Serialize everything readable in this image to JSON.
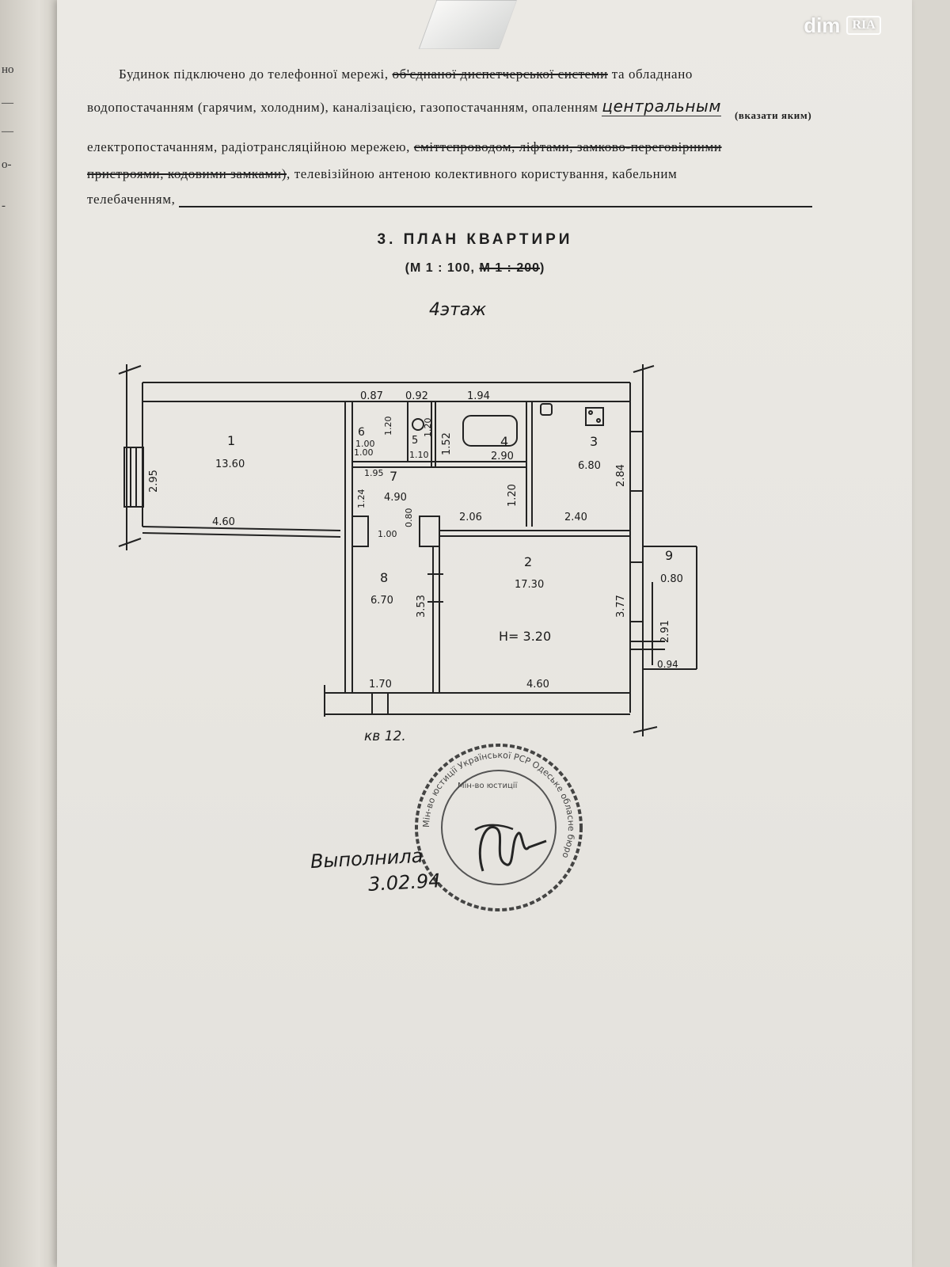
{
  "watermark": {
    "brand": "dim",
    "badge": "RIA"
  },
  "left_page": {
    "fragments": [
      "но",
      "—",
      "—",
      "о-",
      "-"
    ]
  },
  "paragraph": {
    "l1_a": "Будинок підключено до телефонної мережі, ",
    "l1_strike": "об'єднаної диспетчерської системи",
    "l1_b": " та обладнано",
    "l2_a": "водопостачанням (гарячим, холодним), каналізацією, газопостачанням, опаленням ",
    "l2_hand": "центральным",
    "l2_hint": "(вказати яким)",
    "l3_a": "електропостачанням, радіотрансляційною мережею, ",
    "l3_strike": "сміттєпроводом, ліфтами, замково-переговірними",
    "l4_strike": "пристроями, кодовими замками)",
    "l4_b": ", телевізійною антеною колективного користування, кабельним",
    "l5_a": "телебаченням, "
  },
  "section": {
    "title": "3. ПЛАН КВАРТИРИ",
    "scale_a": "(М 1 : 100, ",
    "scale_strike": "М 1 : 200",
    "scale_b": ")",
    "floor": "4этаж"
  },
  "plan": {
    "rooms": [
      {
        "num": "1",
        "area": "13.60"
      },
      {
        "num": "2",
        "area": "17.30"
      },
      {
        "num": "3",
        "area": "6.80"
      },
      {
        "num": "4",
        "area": "2.90"
      },
      {
        "num": "5",
        "area": "1.10"
      },
      {
        "num": "6",
        "area": "1.00"
      },
      {
        "num": "7",
        "area": "4.90"
      },
      {
        "num": "8",
        "area": "6.70"
      },
      {
        "num": "9",
        "area": "0.80"
      }
    ],
    "dims": {
      "top_087": "0.87",
      "top_092": "0.92",
      "top_194": "1.94",
      "r1_height": "2.95",
      "r1_width": "4.60",
      "r6_w": "1.00",
      "r6_h": "1.20",
      "r5_h": "1.20",
      "r4_h": "1.52",
      "r7_w": "1.95",
      "r7_h": "1.24",
      "r7_door": "1.00",
      "r7_d2": "0.80",
      "c_206": "2.06",
      "c_120": "1.20",
      "c_240": "2.40",
      "r3_h": "2.84",
      "r2_h": "3.77",
      "r8_h": "3.53",
      "b9_h": "2.91",
      "b9_w": "0.94",
      "bot_170": "1.70",
      "bot_460": "4.60"
    },
    "height_note": "H= 3.20",
    "apt": "кв 12."
  },
  "footer": {
    "signed_by": "Выполнила",
    "date": "3.02.94"
  },
  "stamp": {
    "ring_text": "Мін-во юстиції Української РСР Одеське обласне бюро",
    "inner_text": "Мін-во юстиції"
  }
}
